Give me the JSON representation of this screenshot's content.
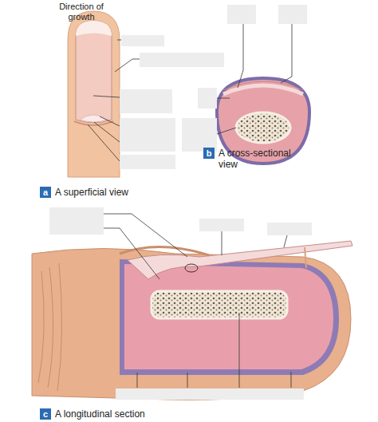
{
  "diagram": {
    "nodes": [
      {
        "text": [
          "a",
          "A superficial view"
        ]
      },
      {
        "text": [
          "b",
          "A cross-sectional view"
        ]
      },
      {
        "text": [
          "c",
          "A longitudinal section"
        ]
      }
    ],
    "labels": [
      "Direction of growth"
    ]
  }
}
